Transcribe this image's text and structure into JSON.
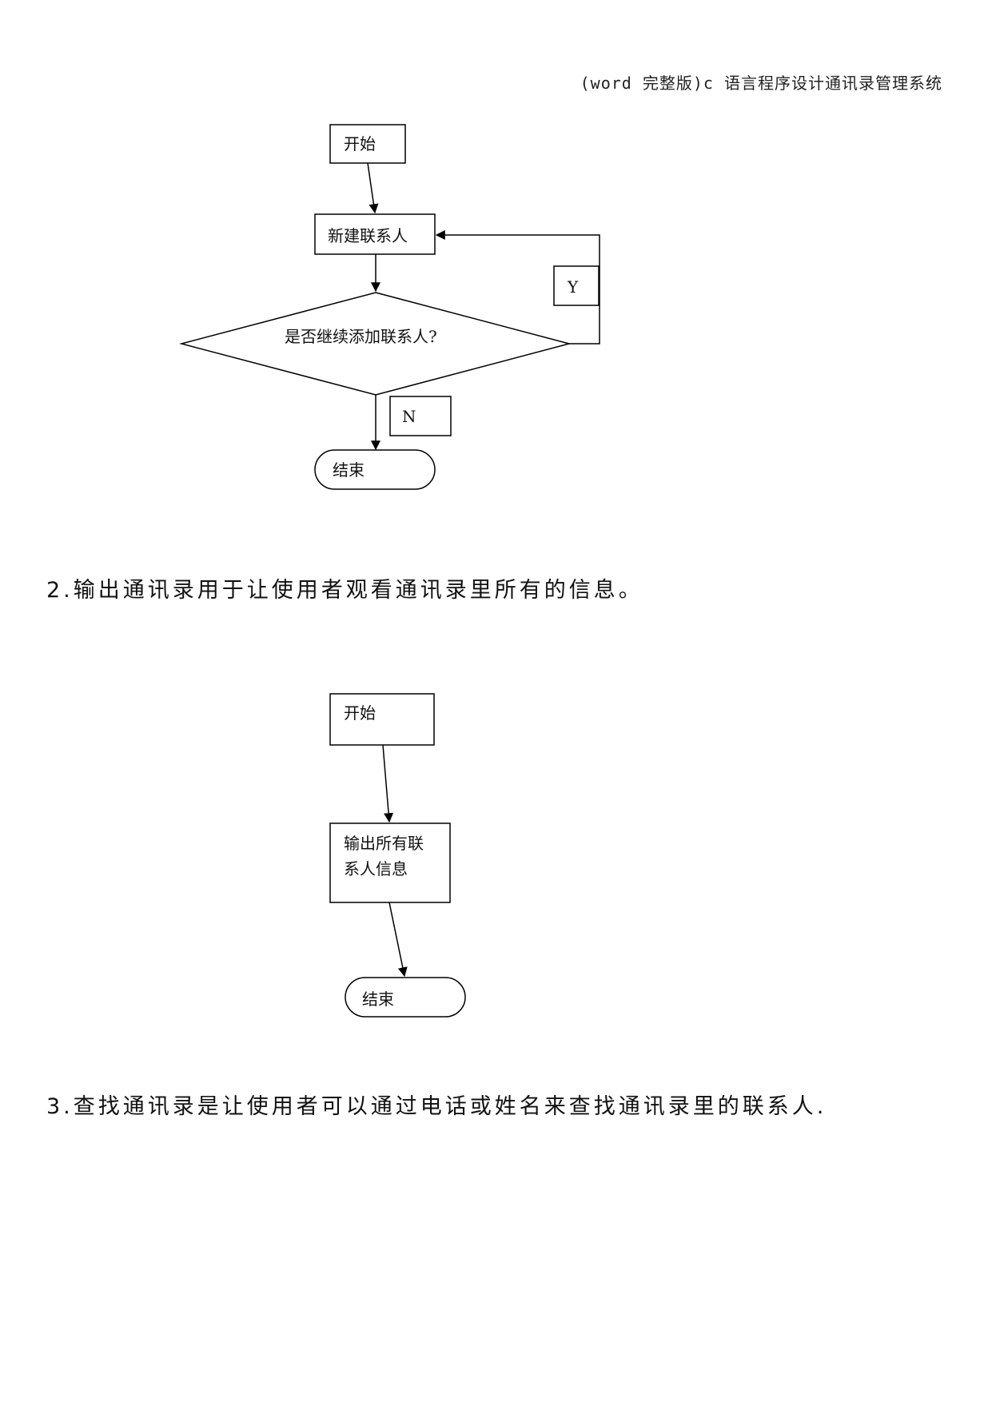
{
  "document": {
    "header": "(word 完整版)c 语言程序设计通讯录管理系统"
  },
  "flowchart1": {
    "start": "开始",
    "new_contact": "新建联系人",
    "decision": "是否继续添加联系人?",
    "yes": "Y",
    "no": "N",
    "end": "结束"
  },
  "section2": {
    "text": "2.输出通讯录用于让使用者观看通讯录里所有的信息。"
  },
  "flowchart2": {
    "start": "开始",
    "output_line1": "输出所有联",
    "output_line2": "系人信息",
    "end": "结束"
  },
  "section3": {
    "text": "3.查找通讯录是让使用者可以通过电话或姓名来查找通讯录里的联系人."
  }
}
